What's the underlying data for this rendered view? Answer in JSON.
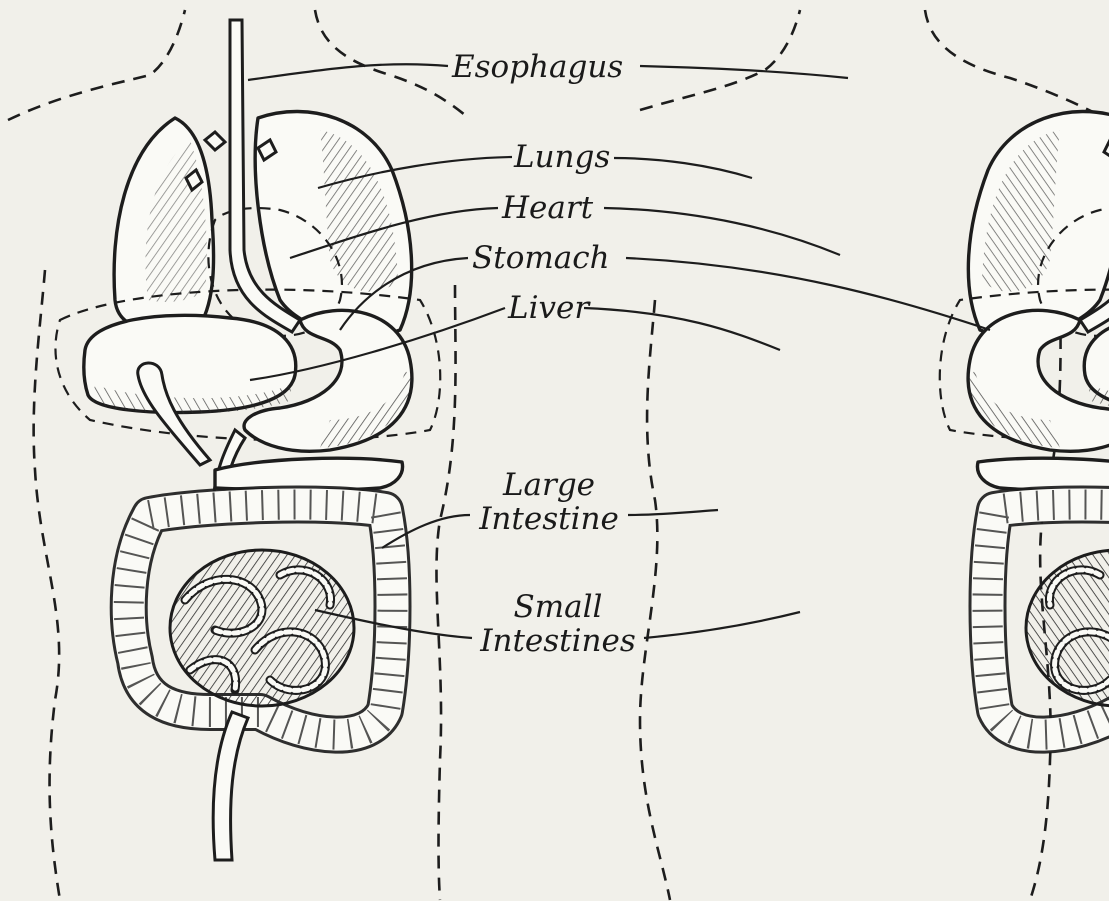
{
  "labels": {
    "esophagus": "Esophagus",
    "lungs": "Lungs",
    "heart": "Heart",
    "stomach": "Stomach",
    "liver": "Liver",
    "large_intestine_line1": "Large",
    "large_intestine_line2": "Intestine",
    "small_intestines_line1": "Small",
    "small_intestines_line2": "Intestines"
  },
  "figures": [
    "front-view-torso",
    "rear-view-torso"
  ],
  "colors": {
    "paper": "#f1f0ea",
    "ink": "#1d1d1d",
    "fill": "#fafaf6"
  }
}
